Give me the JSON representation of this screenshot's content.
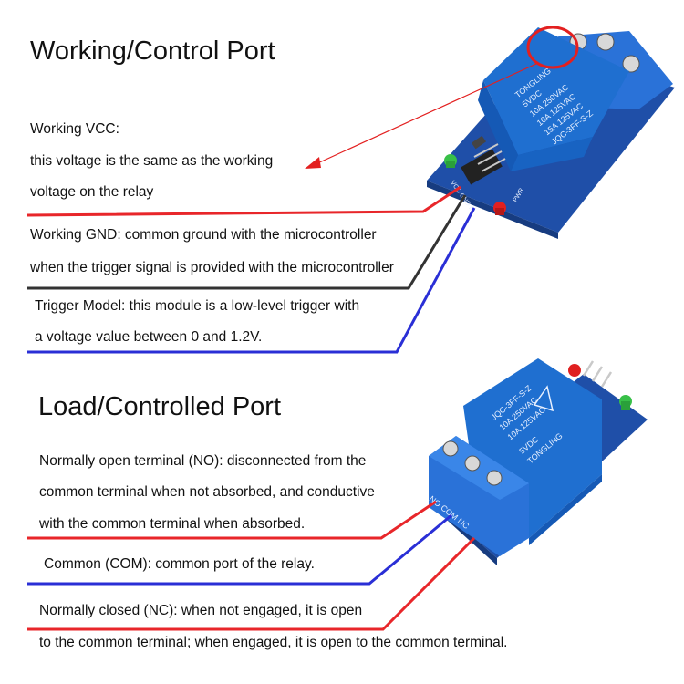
{
  "control_section": {
    "title": "Working/Control Port",
    "vcc": {
      "line1": "Working VCC:",
      "line2": "this voltage is the same as the working",
      "line3": "voltage on the relay"
    },
    "gnd": {
      "line1": "Working GND: common ground with the microcontroller",
      "line2": "when the trigger signal is provided with the microcontroller"
    },
    "trigger": {
      "line1": "Trigger Model: this module is a low-level trigger with",
      "line2": "a voltage value between 0 and 1.2V."
    }
  },
  "load_section": {
    "title": "Load/Controlled Port",
    "no": {
      "line1": "Normally open terminal (NO): disconnected from the",
      "line2": "common terminal when not absorbed, and conductive",
      "line3": "with the common terminal when absorbed."
    },
    "com": {
      "line1": "Common (COM): common port of the relay."
    },
    "nc": {
      "line1": "Normally closed (NC): when not engaged, it is open",
      "line2": "to the common terminal; when engaged, it is open to the common terminal."
    }
  },
  "relay_top": {
    "brand": "TONGLING",
    "voltage": "5VDC",
    "rating1": "10A 250VAC",
    "rating2": "10A 125VAC",
    "rating3": "15A 125VAC",
    "model": "JQC-3FF-S-Z",
    "pins": "VCC GND IN",
    "pwr": "PWR"
  },
  "relay_bottom": {
    "brand": "TONGLING",
    "voltage": "5VDC",
    "rating1": "10A 250VAC",
    "rating2": "10A 125VAC",
    "model": "JQC-3FF-S-Z",
    "terminals": "NO COM NC"
  },
  "colors": {
    "wire_red": "#e8262a",
    "wire_black": "#333333",
    "wire_blue": "#2a2fd6",
    "relay_blue": "#1f6fd0",
    "pcb_blue": "#1f4fa8",
    "highlight_circle": "#e32020"
  }
}
